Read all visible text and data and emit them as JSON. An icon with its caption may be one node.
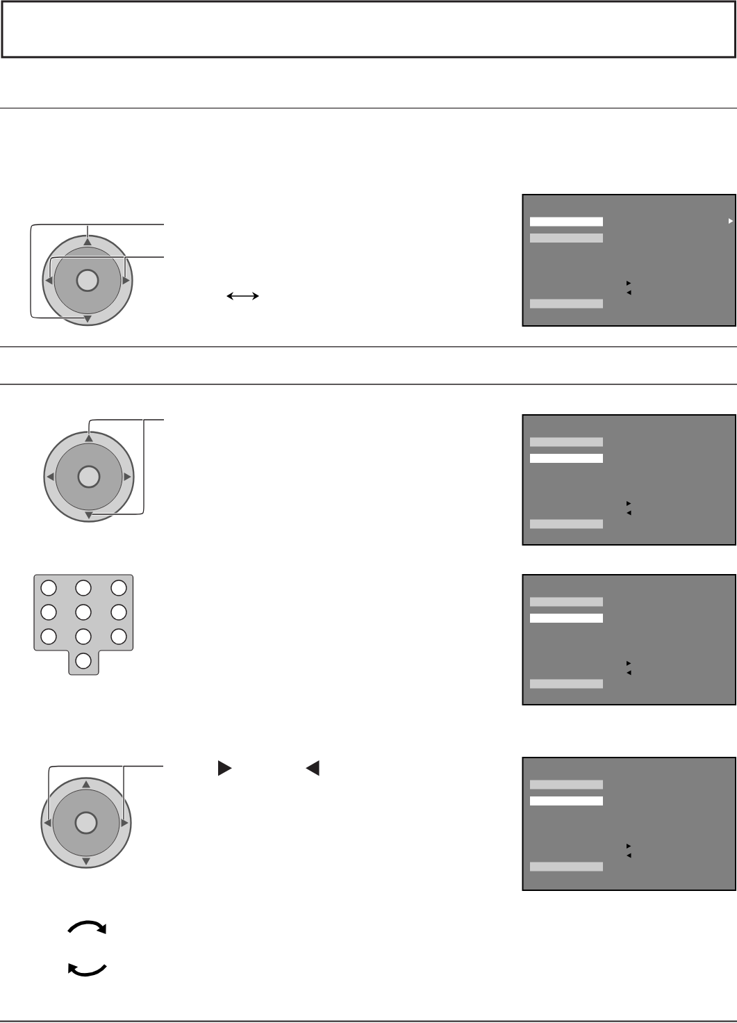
{
  "diagram": {
    "nodes": [
      {
        "text": [],
        "shape": "circle"
      },
      {
        "text": [],
        "shape": "triangle",
        "in": 0
      },
      {
        "text": [],
        "shape": "triangle",
        "in": 0
      },
      {
        "text": [],
        "shape": "triangle",
        "in": 0
      },
      {
        "text": [],
        "shape": "triangle",
        "in": 0
      },
      {
        "text": [],
        "shape": "circle"
      },
      {
        "text": [],
        "shape": "triangle",
        "in": 5
      },
      {
        "text": [],
        "shape": "triangle",
        "in": 5
      },
      {
        "text": [],
        "shape": "circle"
      },
      {
        "text": [],
        "shape": "triangle",
        "in": 8
      },
      {
        "text": [],
        "shape": "triangle",
        "in": 8
      }
    ],
    "edges": [
      {
        "from": null,
        "to": 1,
        "arrow": "none"
      },
      {
        "from": null,
        "to": 4,
        "arrow": "none"
      },
      {
        "from": null,
        "to": 2,
        "arrow": "none"
      },
      {
        "from": null,
        "to": 3,
        "arrow": "none"
      },
      {
        "from": null,
        "to": 6,
        "arrow": "none"
      },
      {
        "from": null,
        "to": 7,
        "arrow": "none"
      },
      {
        "from": null,
        "to": 9,
        "arrow": "none"
      },
      {
        "from": null,
        "to": 10,
        "arrow": "none"
      }
    ]
  }
}
